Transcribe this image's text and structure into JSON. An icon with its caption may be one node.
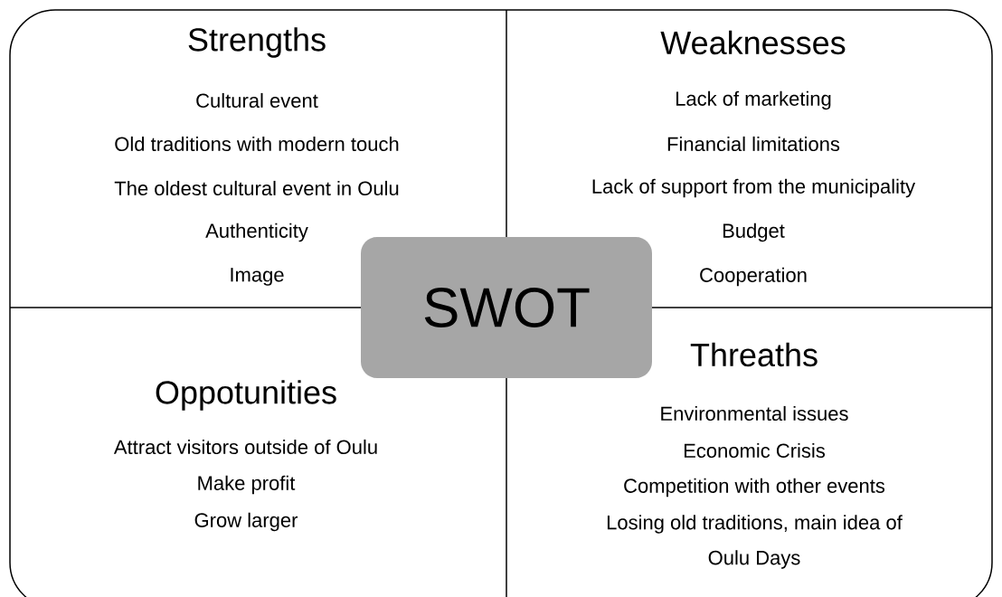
{
  "diagram": {
    "nodes": [
      {
        "text": [
          "Strengths",
          "Cultural event",
          "Old traditions with modern touch",
          "The oldest cultural event in Oulu",
          "Authenticity",
          "Image"
        ]
      },
      {
        "text": [
          "Weaknesses",
          "Lack of marketing",
          "Financial limitations",
          "Lack of support from the municipality",
          "Budget",
          "Cooperation"
        ]
      },
      {
        "text": [
          "Oppotunities",
          "Attract visitors outside of Oulu",
          "Make profit",
          "Grow larger"
        ]
      },
      {
        "text": [
          "Threaths",
          "Environmental issues",
          "Economic Crisis",
          "Competition with other events",
          "Losing old traditions, main idea of Oulu Days"
        ]
      },
      {
        "text": [
          "SWOT"
        ]
      }
    ]
  }
}
